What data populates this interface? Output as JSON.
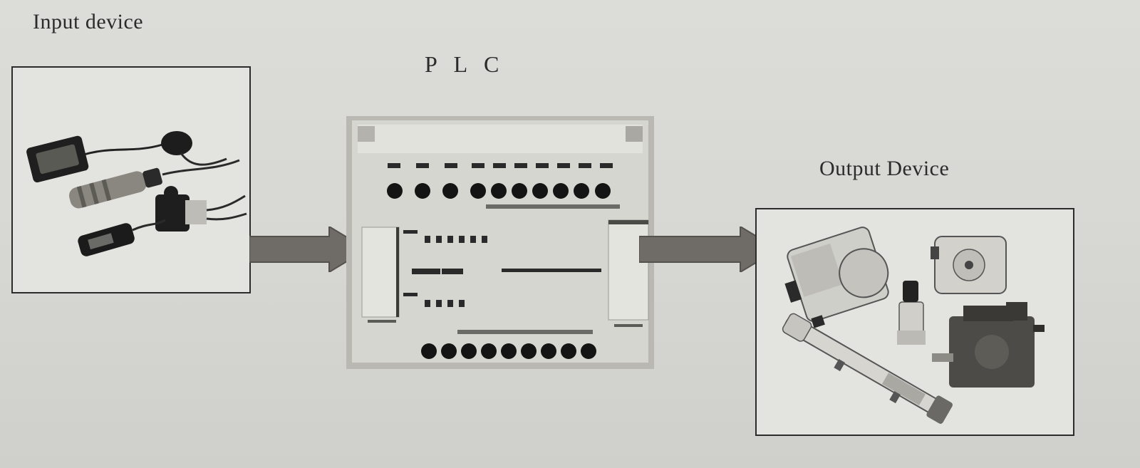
{
  "labels": {
    "input": "Input device",
    "plc": "P L C",
    "output": "Output Device"
  },
  "icons": {
    "input_devices": "sensor-devices-illustration",
    "plc": "plc-controller-illustration",
    "output_devices": "hydraulic-pump-cylinder-illustration",
    "arrow": "right-arrow"
  },
  "colors": {
    "background": "#d8d8d4",
    "arrow_fill": "#6f6c67",
    "frame_border": "#2c2c2c",
    "plc_body": "#d2d2cd"
  }
}
